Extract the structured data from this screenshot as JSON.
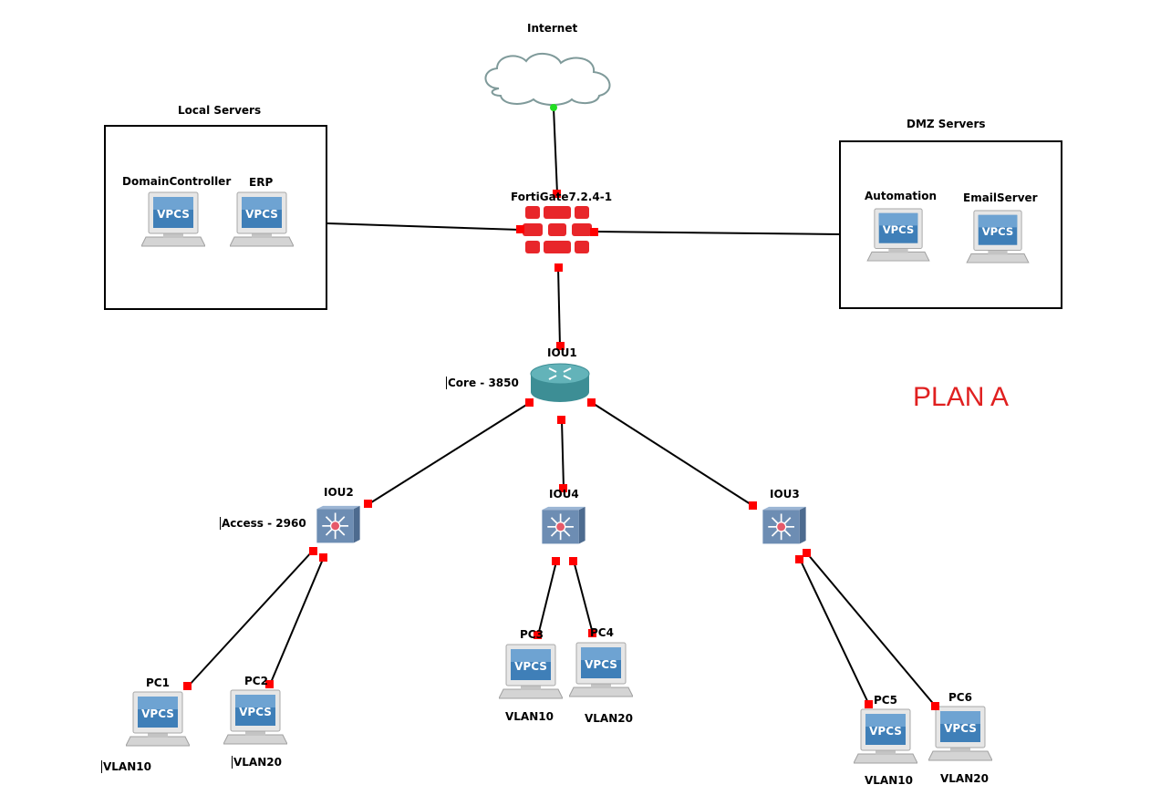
{
  "colors": {
    "port": "#ff0000",
    "port_up": "#22dd22",
    "link": "#000000",
    "plan_text": "#e02020",
    "firewall": "#e8262a",
    "vpcs_screen": "#3f7fb8",
    "router": "#3d8e95",
    "switch": "#6d8db3"
  },
  "groups": {
    "local": {
      "title": "Local Servers"
    },
    "dmz": {
      "title": "DMZ Servers"
    }
  },
  "nodes": {
    "internet": {
      "label": "Internet",
      "icon": "cloud-icon"
    },
    "fortigate": {
      "label": "FortiGate7.2.4-1",
      "icon": "firewall-icon"
    },
    "iou1": {
      "label": "IOU1",
      "icon": "router-icon"
    },
    "iou2": {
      "label": "IOU2",
      "icon": "switch-icon"
    },
    "iou3": {
      "label": "IOU3",
      "icon": "switch-icon"
    },
    "iou4": {
      "label": "IOU4",
      "icon": "switch-icon"
    },
    "dc": {
      "label": "DomainController",
      "screen": "VPCS"
    },
    "erp": {
      "label": "ERP",
      "screen": "VPCS"
    },
    "automation": {
      "label": "Automation",
      "screen": "VPCS"
    },
    "email": {
      "label": "EmailServer",
      "screen": "VPCS"
    },
    "pc1": {
      "label": "PC1",
      "screen": "VPCS"
    },
    "pc2": {
      "label": "PC2",
      "screen": "VPCS"
    },
    "pc3": {
      "label": "PC3",
      "screen": "VPCS"
    },
    "pc4": {
      "label": "PC4",
      "screen": "VPCS"
    },
    "pc5": {
      "label": "PC5",
      "screen": "VPCS"
    },
    "pc6": {
      "label": "PC6",
      "screen": "VPCS"
    }
  },
  "notes": {
    "core": "Core - 3850",
    "access": "Access - 2960",
    "plan": "PLAN A",
    "pc1_vlan": "VLAN10",
    "pc2_vlan": "VLAN20",
    "pc3_vlan": "VLAN10",
    "pc4_vlan": "VLAN20",
    "pc5_vlan": "VLAN10",
    "pc6_vlan": "VLAN20"
  }
}
